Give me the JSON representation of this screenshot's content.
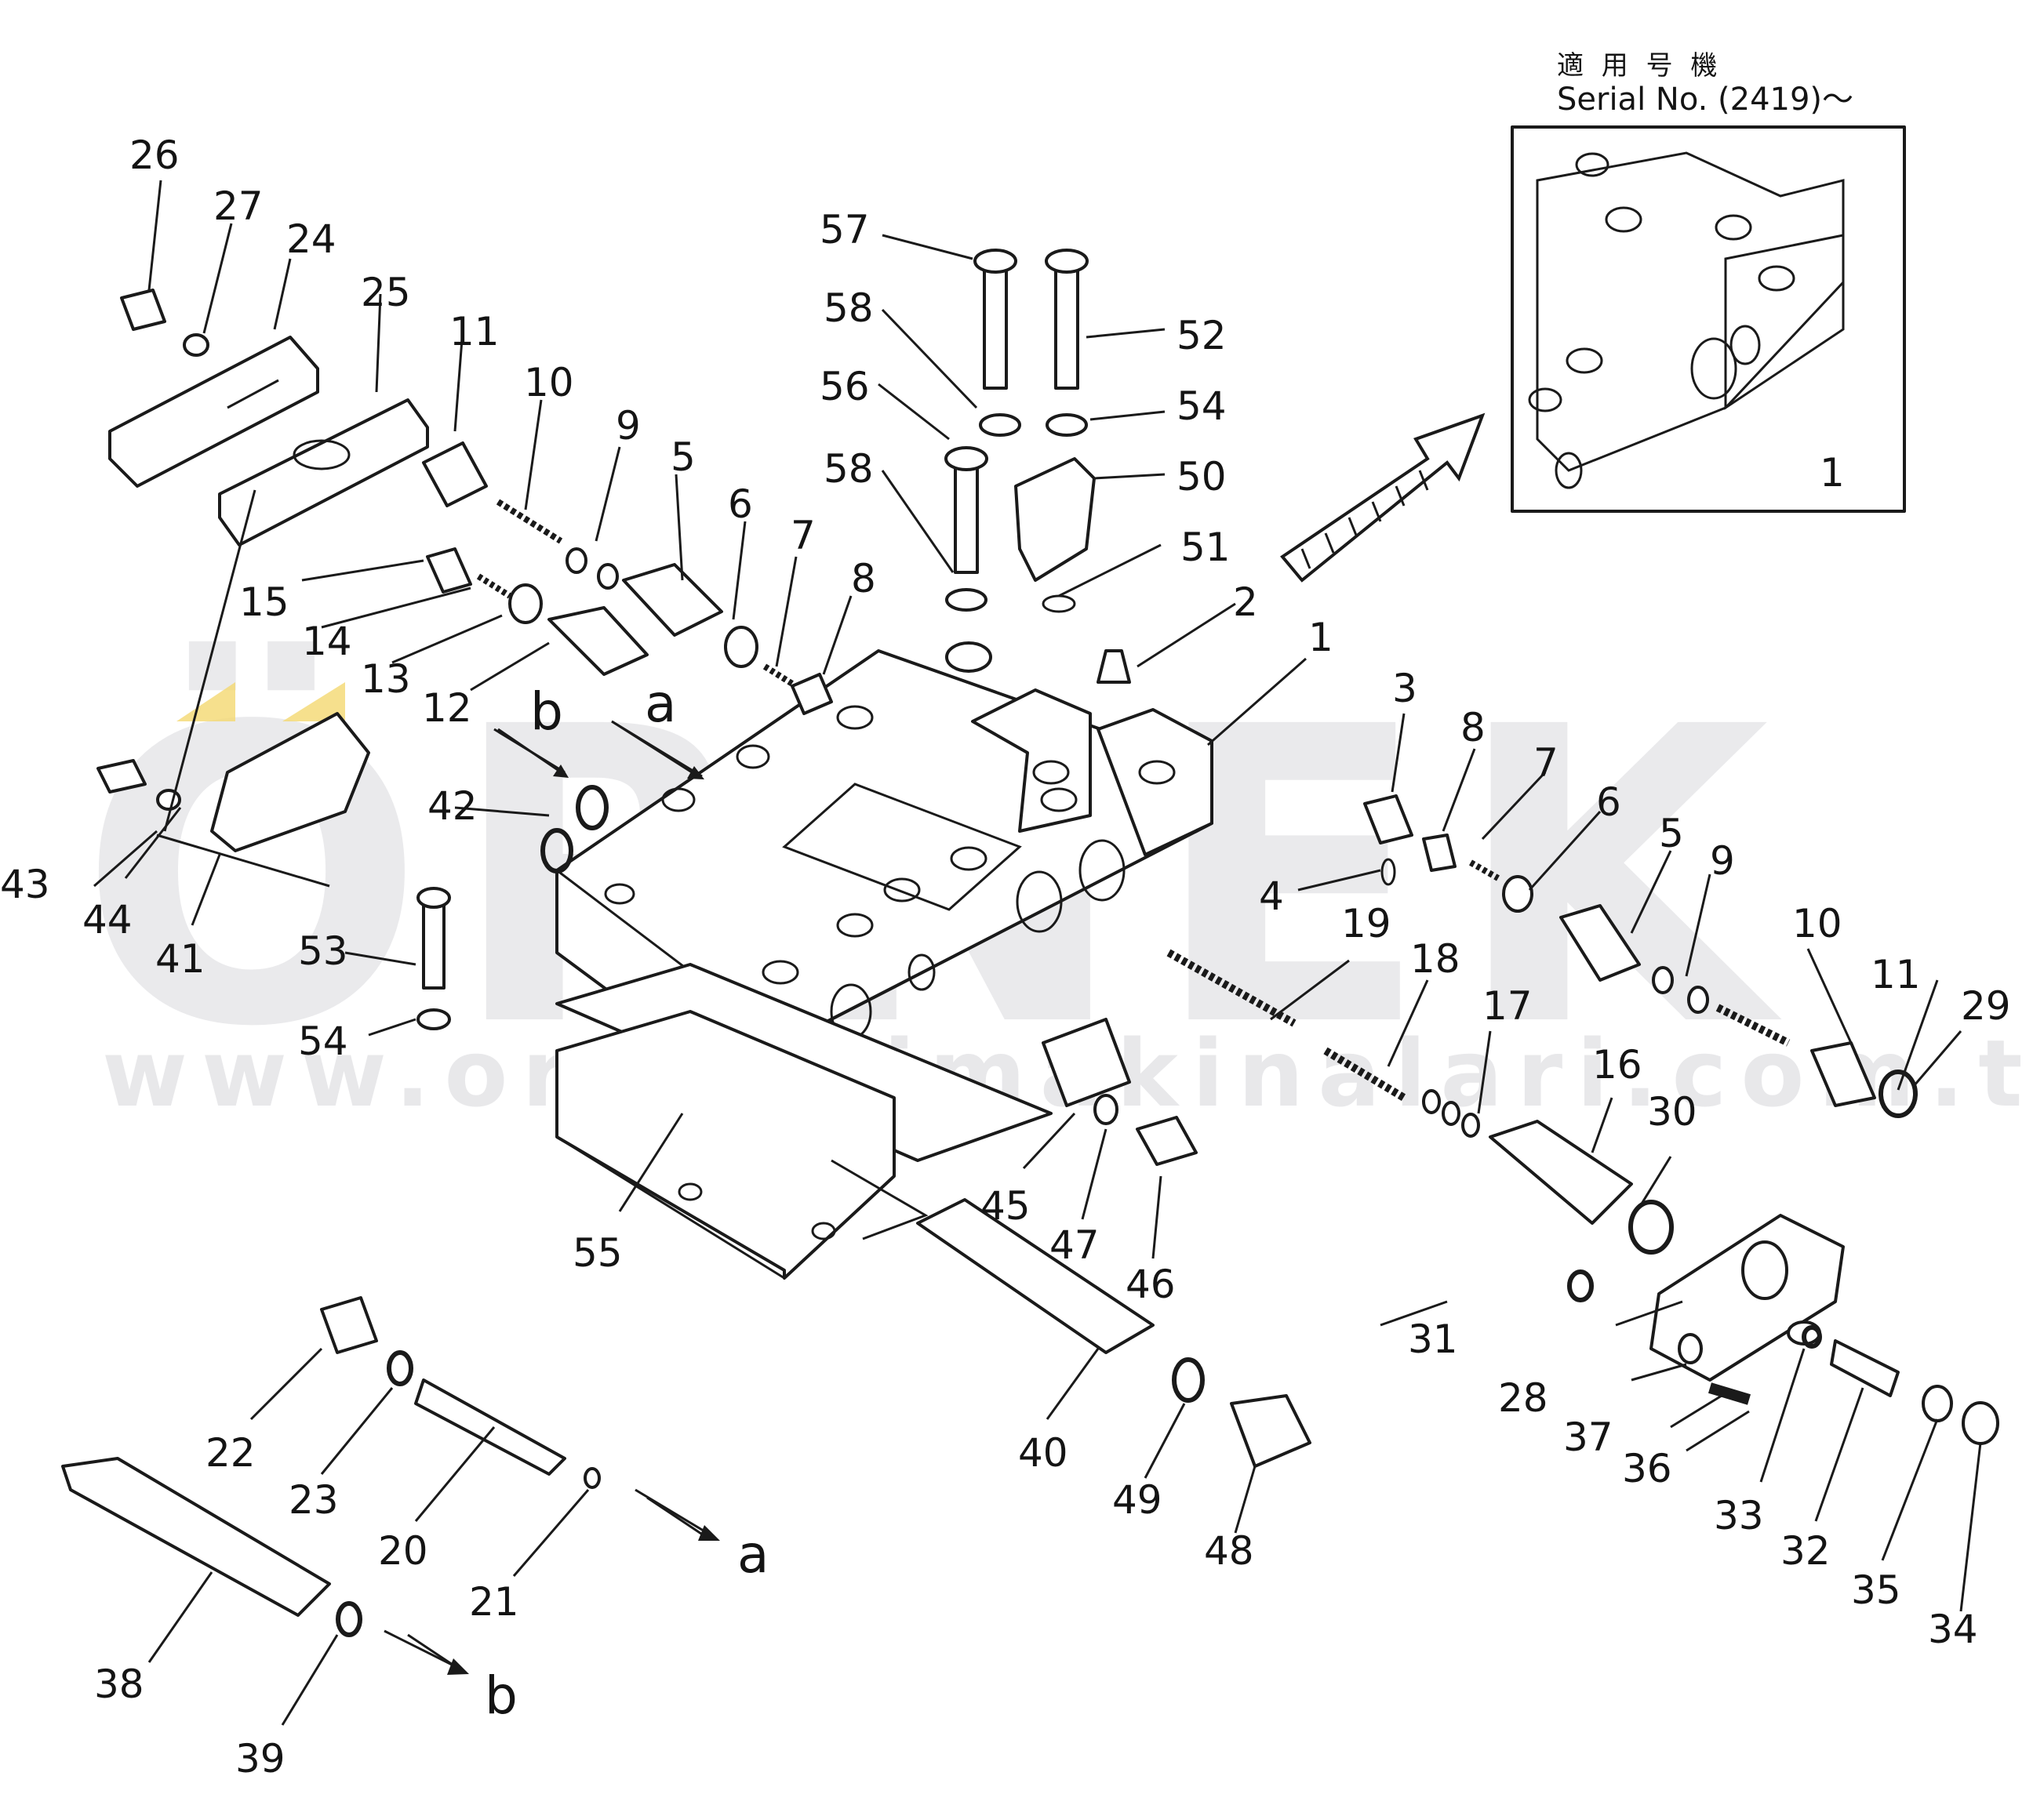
{
  "title_jp": "適 用 号 機",
  "serial": "Serial No. (2419)～",
  "watermark": "ÖRNEK",
  "watermark_url": "www.orneksimakinalari.com.tr",
  "flow_labels": {
    "a": "a",
    "b": "b"
  },
  "part_labels": [
    {
      "id": "p26",
      "text": "26"
    },
    {
      "id": "p27",
      "text": "27"
    },
    {
      "id": "p24",
      "text": "24"
    },
    {
      "id": "p25",
      "text": "25"
    },
    {
      "id": "p11a",
      "text": "11"
    },
    {
      "id": "p10a",
      "text": "10"
    },
    {
      "id": "p9a",
      "text": "9"
    },
    {
      "id": "p5a",
      "text": "5"
    },
    {
      "id": "p6a",
      "text": "6"
    },
    {
      "id": "p7a",
      "text": "7"
    },
    {
      "id": "p8a",
      "text": "8"
    },
    {
      "id": "p15",
      "text": "15"
    },
    {
      "id": "p14",
      "text": "14"
    },
    {
      "id": "p13",
      "text": "13"
    },
    {
      "id": "p12",
      "text": "12"
    },
    {
      "id": "p57",
      "text": "57"
    },
    {
      "id": "p58a",
      "text": "58"
    },
    {
      "id": "p56",
      "text": "56"
    },
    {
      "id": "p58b",
      "text": "58"
    },
    {
      "id": "p52",
      "text": "52"
    },
    {
      "id": "p54a",
      "text": "54"
    },
    {
      "id": "p50",
      "text": "50"
    },
    {
      "id": "p51",
      "text": "51"
    },
    {
      "id": "p2",
      "text": "2"
    },
    {
      "id": "p1a",
      "text": "1"
    },
    {
      "id": "p1b",
      "text": "1"
    },
    {
      "id": "p42",
      "text": "42"
    },
    {
      "id": "p43",
      "text": "43"
    },
    {
      "id": "p44",
      "text": "44"
    },
    {
      "id": "p41",
      "text": "41"
    },
    {
      "id": "p53",
      "text": "53"
    },
    {
      "id": "p54b",
      "text": "54"
    },
    {
      "id": "p3",
      "text": "3"
    },
    {
      "id": "p8b",
      "text": "8"
    },
    {
      "id": "p7b",
      "text": "7"
    },
    {
      "id": "p6b",
      "text": "6"
    },
    {
      "id": "p4",
      "text": "4"
    },
    {
      "id": "p5b",
      "text": "5"
    },
    {
      "id": "p9b",
      "text": "9"
    },
    {
      "id": "p19",
      "text": "19"
    },
    {
      "id": "p18",
      "text": "18"
    },
    {
      "id": "p17",
      "text": "17"
    },
    {
      "id": "p10b",
      "text": "10"
    },
    {
      "id": "p11b",
      "text": "11"
    },
    {
      "id": "p29",
      "text": "29"
    },
    {
      "id": "p16",
      "text": "16"
    },
    {
      "id": "p30",
      "text": "30"
    },
    {
      "id": "p55",
      "text": "55"
    },
    {
      "id": "p45",
      "text": "45"
    },
    {
      "id": "p47",
      "text": "47"
    },
    {
      "id": "p46",
      "text": "46"
    },
    {
      "id": "p31",
      "text": "31"
    },
    {
      "id": "p28",
      "text": "28"
    },
    {
      "id": "p37",
      "text": "37"
    },
    {
      "id": "p36",
      "text": "36"
    },
    {
      "id": "p33",
      "text": "33"
    },
    {
      "id": "p32",
      "text": "32"
    },
    {
      "id": "p35",
      "text": "35"
    },
    {
      "id": "p34",
      "text": "34"
    },
    {
      "id": "p22",
      "text": "22"
    },
    {
      "id": "p23",
      "text": "23"
    },
    {
      "id": "p20",
      "text": "20"
    },
    {
      "id": "p21",
      "text": "21"
    },
    {
      "id": "p40",
      "text": "40"
    },
    {
      "id": "p49",
      "text": "49"
    },
    {
      "id": "p48",
      "text": "48"
    },
    {
      "id": "p38",
      "text": "38"
    },
    {
      "id": "p39",
      "text": "39"
    }
  ]
}
